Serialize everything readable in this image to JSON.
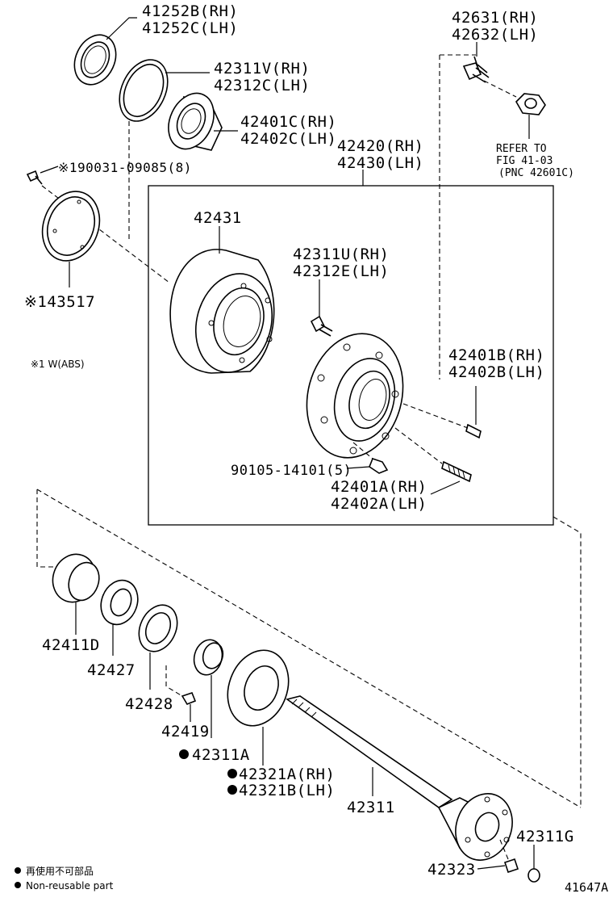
{
  "diagram": {
    "figure_code": "41647A",
    "note_abs": "※1 W(ABS)",
    "refer": {
      "line1": "REFER TO",
      "line2": "FIG 41-03",
      "line3": "(PNC 42601C)"
    },
    "labels": {
      "p41252b": "41252B(RH)",
      "p41252c": "41252C(LH)",
      "p42311v": "42311V(RH)",
      "p42312c": "42312C(LH)",
      "p42401c": "42401C(RH)",
      "p42402c": "42402C(LH)",
      "p42631": "42631(RH)",
      "p42632": "42632(LH)",
      "p90031": "※190031-09085(8)",
      "p42420": "42420(RH)",
      "p42430": "42430(LH)",
      "p42431": "42431",
      "p42311u": "42311U(RH)",
      "p42312e": "42312E(LH)",
      "p43517": "※143517",
      "p42401b": "42401B(RH)",
      "p42402b": "42402B(LH)",
      "p90105": "90105-14101(5)",
      "p42401a": "42401A(RH)",
      "p42402a": "42402A(LH)",
      "p42411d": "42411D",
      "p42427": "42427",
      "p42428": "42428",
      "p42419": "42419",
      "p42311a": "42311A",
      "p42321a": "42321A(RH)",
      "p42321b": "42321B(LH)",
      "p42311": "42311",
      "p42311g": "42311G",
      "p42323": "42323"
    },
    "legend": {
      "jp": "再使用不可部品",
      "en": "Non-reusable part"
    }
  }
}
